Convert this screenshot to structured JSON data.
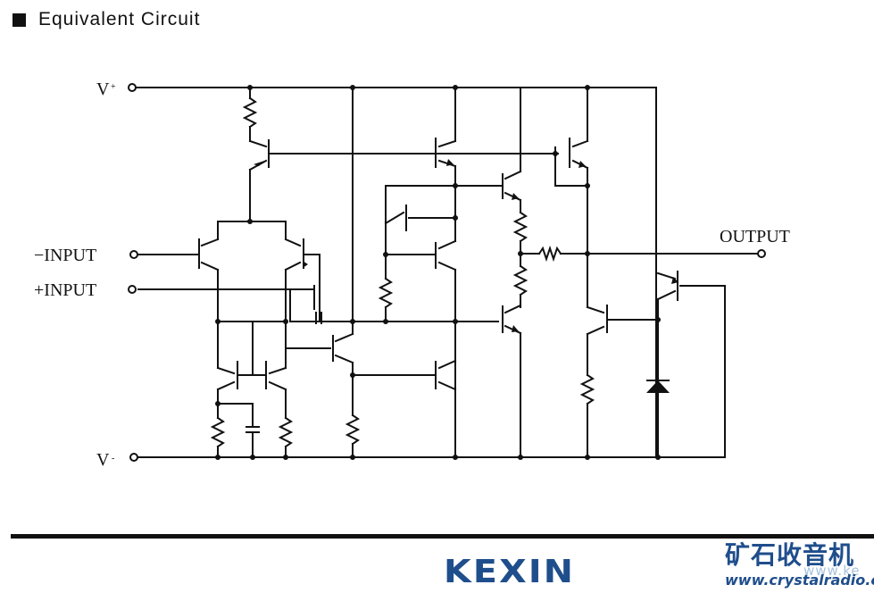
{
  "header": {
    "title": "Equivalent Circuit"
  },
  "schematic": {
    "labels": {
      "vplus": "V",
      "vplus_sup": "+",
      "vminus": "V",
      "vminus_sup": "-",
      "inv_input": "−INPUT",
      "noninv_input": "+INPUT",
      "output": "OUTPUT"
    }
  },
  "footer": {
    "logo": "KEXIN",
    "watermark_cn": "矿石收音机",
    "watermark_url": "www.crystalradio.cn",
    "watermark_faint": "www.ke"
  },
  "colors": {
    "line": "#111111",
    "logo": "#1f4e8c"
  }
}
